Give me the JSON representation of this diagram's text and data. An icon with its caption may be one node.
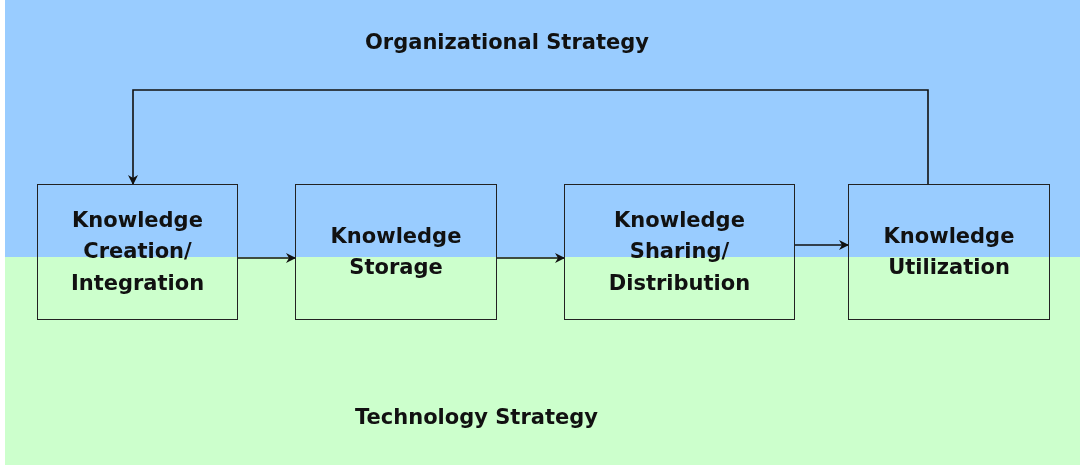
{
  "diagram": {
    "nodes": [
      {
        "text": [
          "Knowledge Creation/ Integration"
        ]
      },
      {
        "text": [
          "Knowledge Storage"
        ]
      },
      {
        "text": [
          "Knowledge Sharing/ Distribution"
        ]
      },
      {
        "text": [
          "Knowledge Utilization"
        ]
      }
    ],
    "edges": [
      {
        "from": 0,
        "to": 1,
        "arrow": "to"
      },
      {
        "from": 1,
        "to": 2,
        "arrow": "to"
      },
      {
        "from": 2,
        "to": 3,
        "arrow": "to"
      },
      {
        "from": 3,
        "to": 0,
        "arrow": "to"
      }
    ],
    "labels": [
      "Organizational Strategy",
      "Technology Strategy"
    ]
  }
}
